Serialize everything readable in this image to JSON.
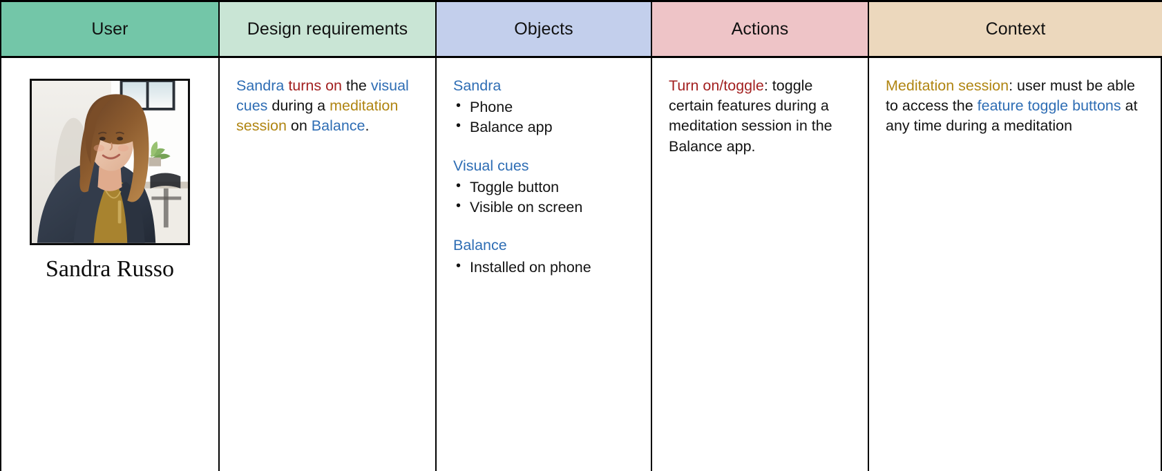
{
  "columns": [
    {
      "key": "user",
      "label": "User",
      "bg": "#73c6a8"
    },
    {
      "key": "design",
      "label": "Design requirements",
      "bg": "#c9e5d5"
    },
    {
      "key": "objects",
      "label": "Objects",
      "bg": "#c3cfec"
    },
    {
      "key": "actions",
      "label": "Actions",
      "bg": "#eec4c7"
    },
    {
      "key": "context",
      "label": "Context",
      "bg": "#ecd8bd"
    }
  ],
  "colors": {
    "object": "#2e6db4",
    "action": "#a32121",
    "context": "#b08512",
    "text": "#131313",
    "border": "#000000"
  },
  "user": {
    "name": "Sandra Russo",
    "photo_alt": "Portrait of a smiling woman with long wavy auburn hair wearing a navy blazer, leaning against a white wall in a bright office"
  },
  "design_requirements": {
    "sentence_plain": "Sandra turns on the visual cues during a meditation session on Balance.",
    "segments": [
      {
        "text": "Sandra",
        "role": "object"
      },
      {
        "text": " ",
        "role": "plain"
      },
      {
        "text": "turns on",
        "role": "action"
      },
      {
        "text": " the ",
        "role": "plain"
      },
      {
        "text": "visual cues",
        "role": "object"
      },
      {
        "text": " during a ",
        "role": "plain"
      },
      {
        "text": "meditation session",
        "role": "context"
      },
      {
        "text": " on ",
        "role": "plain"
      },
      {
        "text": "Balance",
        "role": "object"
      },
      {
        "text": ".",
        "role": "plain"
      }
    ]
  },
  "objects": {
    "groups": [
      {
        "title": "Sandra",
        "items": [
          "Phone",
          "Balance app"
        ]
      },
      {
        "title": "Visual cues",
        "items": [
          "Toggle button",
          "Visible on screen"
        ]
      },
      {
        "title": "Balance",
        "items": [
          "Installed on phone"
        ]
      }
    ]
  },
  "actions": {
    "text_plain": "Turn on/toggle: toggle certain features during a meditation session in the Balance app.",
    "segments": [
      {
        "text": "Turn on/toggle",
        "role": "action"
      },
      {
        "text": ": toggle certain features during a meditation session in the Balance app.",
        "role": "plain"
      }
    ]
  },
  "context": {
    "text_plain": "Meditation session: user must be able to access the feature toggle buttons at any time during a meditation",
    "segments": [
      {
        "text": "Meditation session",
        "role": "context"
      },
      {
        "text": ": user must be able to access the ",
        "role": "plain"
      },
      {
        "text": "feature toggle buttons",
        "role": "object"
      },
      {
        "text": " at any time during a meditation",
        "role": "plain"
      }
    ]
  }
}
